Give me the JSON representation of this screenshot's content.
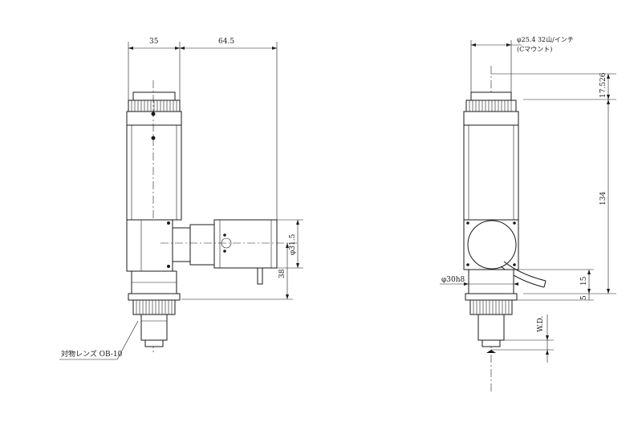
{
  "left_view": {
    "dim_width_top": "35",
    "dim_offset_top": "64.5",
    "dim_diameter_side": "φ31.5",
    "dim_height_side": "38",
    "objective_label": "対物レンズ OB-10"
  },
  "right_view": {
    "dim_thread": "φ25.4 32山/インチ",
    "dim_thread_note": "(Cマウント)",
    "dim_top": "17.526",
    "dim_total": "134",
    "dim_lower_diameter": "φ30h8",
    "dim_15": "15",
    "dim_5": "5",
    "dim_wd": "W.D."
  }
}
